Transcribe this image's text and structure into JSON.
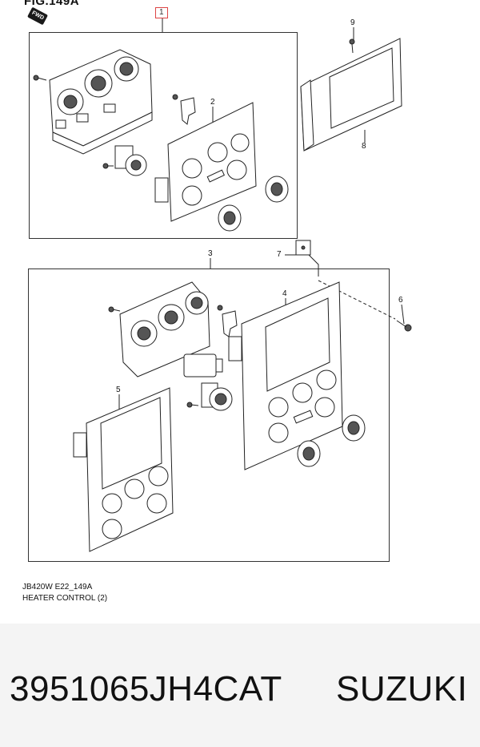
{
  "figure": {
    "title": "FIG.149A",
    "fwd_label": "FWD"
  },
  "callouts": {
    "c1": "1",
    "c2": "2",
    "c3": "3",
    "c4": "4",
    "c5": "5",
    "c6": "6",
    "c7": "7",
    "c8": "8",
    "c9": "9"
  },
  "caption": {
    "code": "JB420W E22_149A",
    "name": "HEATER CONTROL (2)"
  },
  "footer": {
    "part_number": "3951065JH4CAT",
    "brand": "SUZUKI"
  }
}
